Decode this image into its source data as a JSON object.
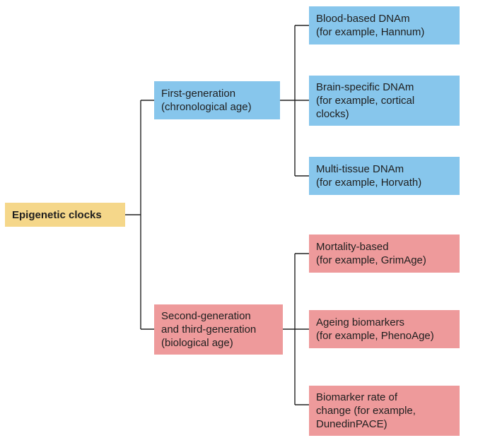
{
  "colors": {
    "root": "#f5d78a",
    "first_generation": "#87c6ec",
    "second_generation": "#ee9a9b",
    "connector": "#222222"
  },
  "root": {
    "label": "Epigenetic clocks"
  },
  "first_generation": {
    "line1": "First-generation",
    "line2": "(chronological age)",
    "children": [
      {
        "lines": [
          "Blood-based DNAm",
          "(for example, Hannum)"
        ]
      },
      {
        "lines": [
          "Brain-specific DNAm",
          "(for example, cortical",
          "clocks)"
        ]
      },
      {
        "lines": [
          "Multi-tissue DNAm",
          "(for example, Horvath)"
        ]
      }
    ]
  },
  "second_generation": {
    "line1": "Second-generation",
    "line2": "and third-generation",
    "line3": "(biological age)",
    "children": [
      {
        "lines": [
          "Mortality-based",
          "(for example, GrimAge)"
        ]
      },
      {
        "lines": [
          "Ageing biomarkers",
          "(for example, PhenoAge)"
        ]
      },
      {
        "lines": [
          "Biomarker rate of",
          "change (for example,",
          "DunedinPACE)"
        ]
      }
    ]
  }
}
